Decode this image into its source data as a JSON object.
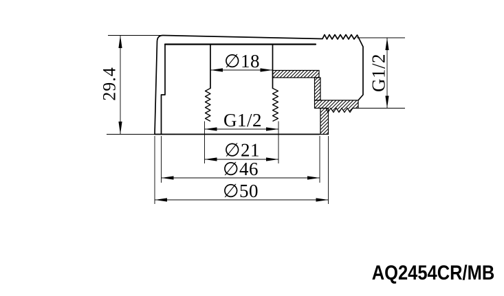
{
  "drawing": {
    "part_number": "AQ2454CR/MB",
    "dims": {
      "height": "29.4",
      "bore": "∅18",
      "female_thread": "G1/2",
      "thread_od": "∅21",
      "flange_inner": "∅46",
      "flange_outer": "∅50",
      "male_thread": "G1/2"
    },
    "colors": {
      "line": "#000000",
      "background": "#ffffff"
    }
  }
}
